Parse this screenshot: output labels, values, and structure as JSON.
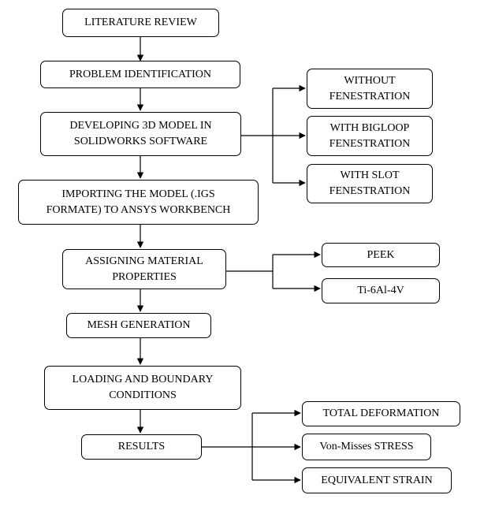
{
  "flowchart": {
    "main_steps": [
      {
        "id": "literature_review",
        "label": "LITERATURE REVIEW"
      },
      {
        "id": "problem_identification",
        "label": "PROBLEM IDENTIFICATION"
      },
      {
        "id": "developing_3d_model",
        "label": "DEVELOPING 3D MODEL IN SOLIDWORKS SOFTWARE"
      },
      {
        "id": "importing_model",
        "label": "IMPORTING THE MODEL (.IGS FORMATE) TO ANSYS WORKBENCH"
      },
      {
        "id": "assigning_material",
        "label": "ASSIGNING MATERIAL PROPERTIES"
      },
      {
        "id": "mesh_generation",
        "label": "MESH GENERATION"
      },
      {
        "id": "loading_boundary",
        "label": "LOADING AND BOUNDARY CONDITIONS"
      },
      {
        "id": "results",
        "label": "RESULTS"
      }
    ],
    "model_variants": [
      {
        "id": "without_fenestration",
        "label": "WITHOUT FENESTRATION"
      },
      {
        "id": "with_bigloop_fenestration",
        "label": "WITH BIGLOOP FENESTRATION"
      },
      {
        "id": "with_slot_fenestration",
        "label": "WITH SLOT FENESTRATION"
      }
    ],
    "materials": [
      {
        "id": "peek",
        "label": "PEEK"
      },
      {
        "id": "ti6al4v",
        "label": "Ti-6Al-4V"
      }
    ],
    "result_outputs": [
      {
        "id": "total_deformation",
        "label": "TOTAL DEFORMATION"
      },
      {
        "id": "von_misses_stress",
        "label": "Von-Misses STRESS"
      },
      {
        "id": "equivalent_strain",
        "label": "EQUIVALENT STRAIN"
      }
    ]
  }
}
